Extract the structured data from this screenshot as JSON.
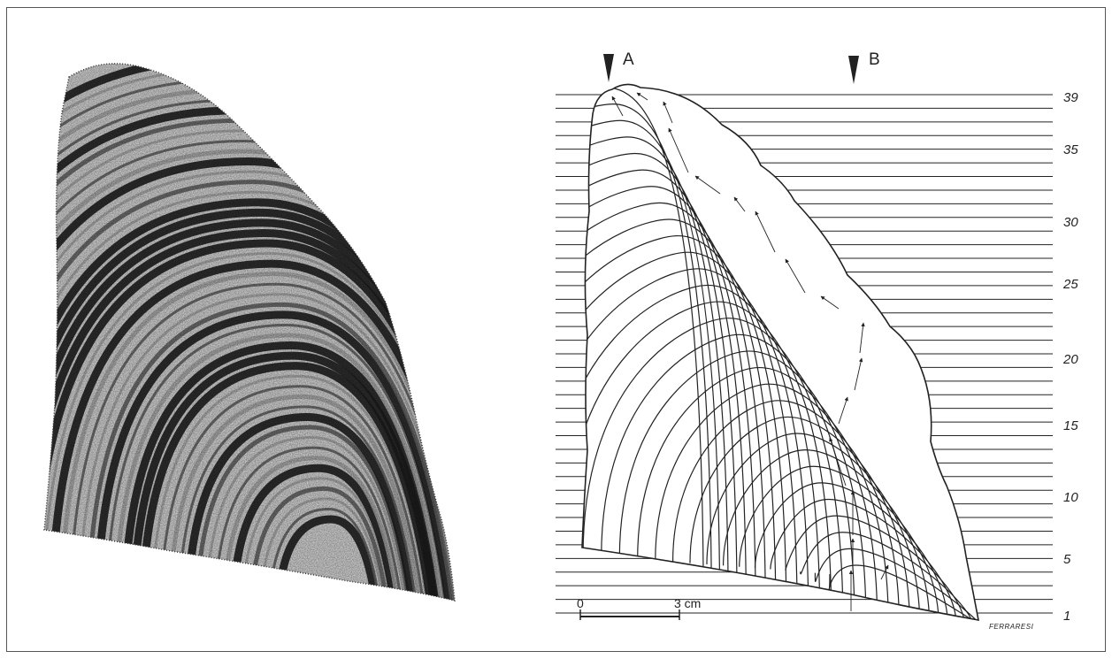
{
  "markers": {
    "a": "A",
    "b": "B"
  },
  "levels": [
    "39",
    "35",
    "30",
    "25",
    "20",
    "15",
    "10",
    "5",
    "1"
  ],
  "scale": {
    "start": "0",
    "end": "3 cm"
  },
  "signature": "FERRARESI",
  "colors": {
    "ink": "#222222",
    "photo_dark": "#1e1e1e",
    "photo_light": "#f2f2f2"
  }
}
